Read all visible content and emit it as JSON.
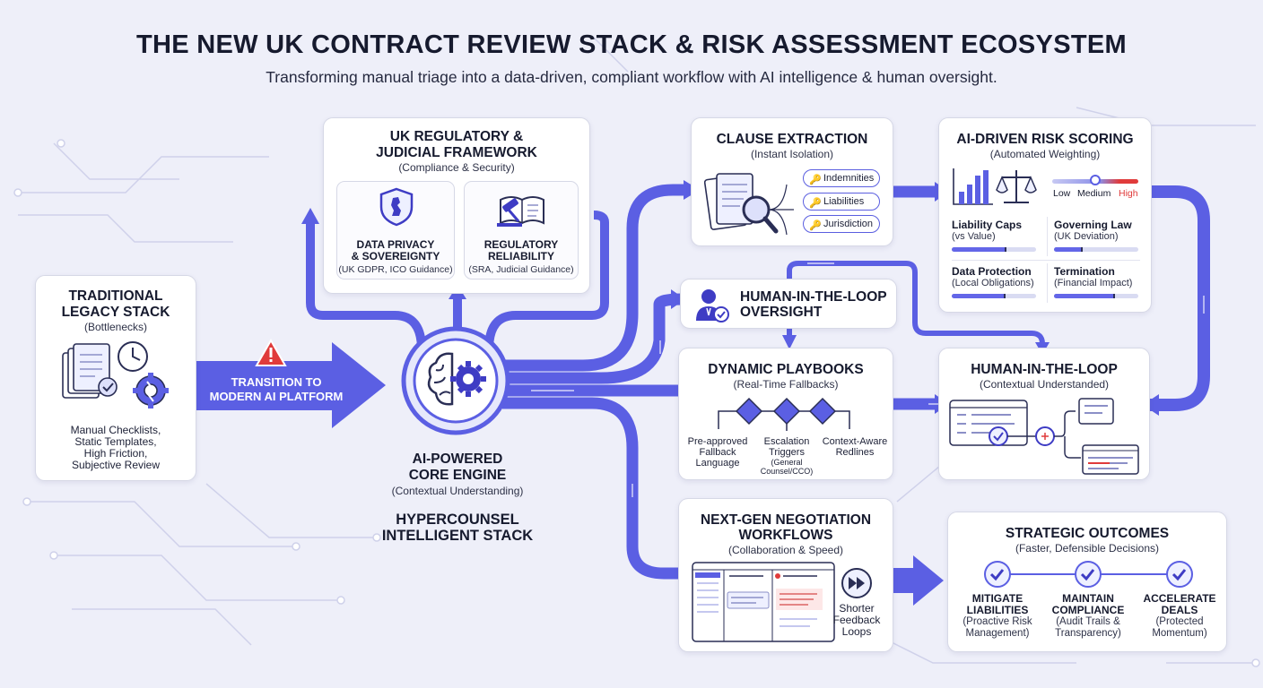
{
  "header": {
    "title": "THE NEW UK CONTRACT REVIEW STACK & RISK ASSESSMENT ECOSYSTEM",
    "subtitle": "Transforming manual triage into a data-driven, compliant workflow with AI intelligence & human oversight."
  },
  "colors": {
    "accent": "#5b5fe3",
    "accent_dark": "#3e3cc4",
    "card_bg": "#ffffff",
    "page_bg": "#eeeff9",
    "alert": "#e03b3b"
  },
  "legacy": {
    "title_1": "TRADITIONAL",
    "title_2": "LEGACY STACK",
    "sub": "(Bottlenecks)",
    "desc_1": "Manual Checklists,",
    "desc_2": "Static Templates,",
    "desc_3": "High Friction,",
    "desc_4": "Subjective Review",
    "icons": [
      "documents-icon",
      "clock-icon",
      "broken-gear-icon"
    ]
  },
  "transition": {
    "line_1": "TRANSITION TO",
    "line_2": "MODERN AI PLATFORM",
    "icon": "warning-icon"
  },
  "regulatory": {
    "title_1": "UK REGULATORY &",
    "title_2": "JUDICIAL FRAMEWORK",
    "sub": "(Compliance & Security)",
    "privacy": {
      "line_1": "DATA PRIVACY",
      "line_2": "& SOVEREIGNTY",
      "sub": "(UK GDPR, ICO Guidance)",
      "icon": "uk-shield-icon"
    },
    "reliability": {
      "line_1": "REGULATORY",
      "line_2": "RELIABILITY",
      "sub": "(SRA, Judicial Guidance)",
      "icon": "gavel-book-icon"
    }
  },
  "core": {
    "title_1": "AI-POWERED",
    "title_2": "CORE ENGINE",
    "sub": "(Contextual Understanding)",
    "stack_1": "HYPERCOUNSEL",
    "stack_2": "INTELLIGENT STACK",
    "icon": "brain-gear-icon"
  },
  "clause": {
    "title": "CLAUSE EXTRACTION",
    "sub": "(Instant Isolation)",
    "items": [
      "Indemnities",
      "Liabilities",
      "Jurisdiction"
    ],
    "icon": "magnifier-documents-icon"
  },
  "risk": {
    "title": "AI-DRIVEN RISK SCORING",
    "sub": "(Automated Weighting)",
    "scale": [
      "Low",
      "Medium",
      "High"
    ],
    "metrics": [
      {
        "label": "Liability Caps",
        "sub": "(vs Value)",
        "level": 0.63
      },
      {
        "label": "Governing Law",
        "sub": "(UK Deviation)",
        "level": 0.32
      },
      {
        "label": "Data Protection",
        "sub": "(Local Obligations)",
        "level": 0.62
      },
      {
        "label": "Termination",
        "sub": "(Financial Impact)",
        "level": 0.7
      }
    ]
  },
  "hitl_top": {
    "line_1": "HUMAN-IN-THE-LOOP",
    "line_2": "OVERSIGHT",
    "icon": "person-check-icon"
  },
  "playbooks": {
    "title": "DYNAMIC PLAYBOOKS",
    "sub": "(Real-Time Fallbacks)",
    "options": [
      {
        "l1": "Pre-approved",
        "l2": "Fallback",
        "l3": "Language"
      },
      {
        "l1": "Escalation",
        "l2": "Triggers",
        "l3": "(General",
        "l4": "Counsel/CCO)"
      },
      {
        "l1": "Context-Aware",
        "l2": "Redlines"
      }
    ]
  },
  "hitl_right": {
    "title": "HUMAN-IN-THE-LOOP",
    "sub": "(Contextual Understanded)"
  },
  "negotiation": {
    "title_1": "NEXT-GEN NEGOTIATION",
    "title_2": "WORKFLOWS",
    "sub": "(Collaboration & Speed)",
    "feedback_1": "Shorter",
    "feedback_2": "Feedback",
    "feedback_3": "Loops",
    "icon": "fast-forward-icon"
  },
  "outcomes": {
    "title": "STRATEGIC OUTCOMES",
    "sub": "(Faster, Defensible Decisions)",
    "items": [
      {
        "h1": "MITIGATE",
        "h2": "LIABILITIES",
        "s1": "(Proactive Risk",
        "s2": "Management)"
      },
      {
        "h1": "MAINTAIN",
        "h2": "COMPLIANCE",
        "s1": "(Audit Trails &",
        "s2": "Transparency)"
      },
      {
        "h1": "ACCELERATE",
        "h2": "DEALS",
        "s1": "(Protected",
        "s2": "Momentum)"
      }
    ]
  }
}
